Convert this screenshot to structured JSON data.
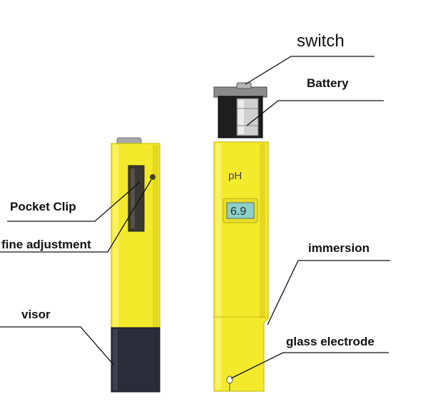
{
  "labels": {
    "switch": "switch",
    "battery": "Battery",
    "pocket_clip": "Pocket Clip",
    "fine_adjustment": "fine adjustment",
    "immersion": "immersion",
    "visor": "visor",
    "glass_electrode": "glass electrode"
  },
  "device": {
    "ph_mark": "pH",
    "display_value": "6.9"
  },
  "colors": {
    "body_yellow": "#f4ea2c",
    "body_edge": "#c9bd10",
    "visor_dark": "#2b2b3a",
    "lcd_green": "#8fd0c8",
    "cap_gray": "#9a9a9a"
  }
}
